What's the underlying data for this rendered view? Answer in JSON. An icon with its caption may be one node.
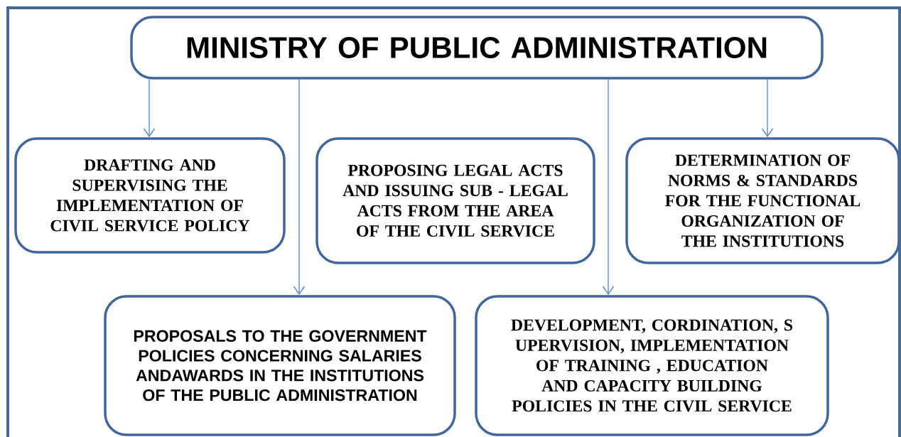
{
  "diagram": {
    "nodes": [
      {
        "text": [
          "MINISTRY OF PUBLIC ADMINISTRATION"
        ]
      },
      {
        "text": [
          "DRAFTING AND SUPERVISING THE IMPLEMENTATION OF CIVIL SERVICE POLICY"
        ]
      },
      {
        "text": [
          "PROPOSING LEGAL ACTS AND ISSUING SUB - LEGAL ACTS FROM THE AREA OF THE CIVIL SERVICE"
        ]
      },
      {
        "text": [
          "DETERMINATION OF NORMS & STANDARDS FOR THE FUNCTIONAL ORGANIZATION OF THE INSTITUTIONS"
        ]
      },
      {
        "text": [
          "PROPOSALS TO THE GOVERNMENT POLICIES CONCERNING SALARIES ANDAWARDS IN THE INSTITUTIONS OF THE PUBLIC ADMINISTRATION"
        ]
      },
      {
        "text": [
          "DEVELOPMENT, CORDINATION, S UPERVISION, IMPLEMENTATION OF TRAINING , EDUCATION AND CAPACITY BUILDING POLICIES IN THE CIVIL SERVICE"
        ]
      }
    ],
    "edges": [
      {
        "from": 0,
        "to": 1,
        "arrow": "to"
      },
      {
        "from": 0,
        "to": 4,
        "arrow": "to"
      },
      {
        "from": 0,
        "to": 5,
        "arrow": "to"
      },
      {
        "from": 0,
        "to": 3,
        "arrow": "to"
      }
    ]
  }
}
